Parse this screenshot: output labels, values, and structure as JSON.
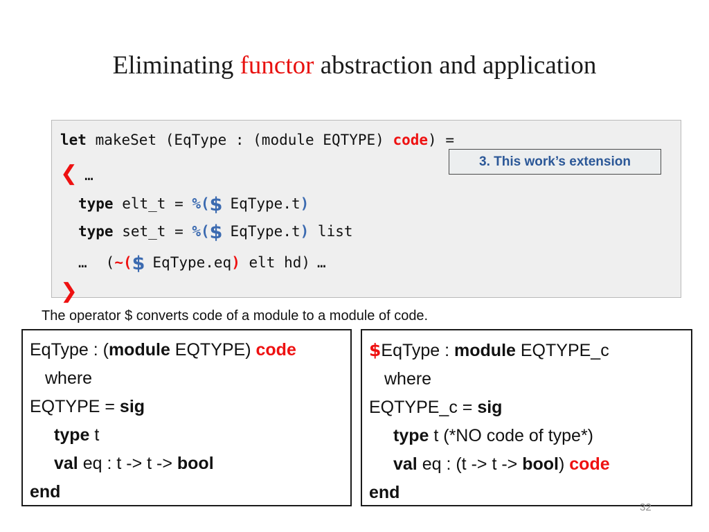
{
  "title": {
    "before": "Eliminating ",
    "highlight": "functor",
    "after": " abstraction and application",
    "highlight_color": "#e8110f"
  },
  "code_block": {
    "background": "#efefef",
    "lines": {
      "l1_kw": "let",
      "l1_rest": " makeSet (EqType : (module EQTYPE) ",
      "l1_code": "code",
      "l1_tail": ") =",
      "l2_chevron": "❮",
      "l2_dots": "…",
      "l3_kw": "type",
      "l3_name": " elt_t = ",
      "l3_open": "%(",
      "l3_dollar": "$",
      "l3_body": "EqType.t",
      "l3_close": ")",
      "l4_kw": "type",
      "l4_name": " set_t = ",
      "l4_open": "%(",
      "l4_dollar": "$",
      "l4_body": "EqType.t",
      "l4_close": ")",
      "l4_tail": " list",
      "l5_dots_pre": "…",
      "l5_paren": "(",
      "l5_open": "~(",
      "l5_dollar": "$",
      "l5_body": "EqType.eq",
      "l5_close": ")",
      "l5_tail": " elt hd)",
      "l5_dots_post": "…",
      "l6_chevron": "❯"
    },
    "keyword_color": "#111111",
    "red_color": "#ee1111",
    "blue_color": "#3b6ab0"
  },
  "callout": {
    "label": "3. This work’s extension",
    "text_color": "#2b5797",
    "background": "#eceeef"
  },
  "caption": {
    "text": "The operator $  converts  code of a module  to a module of code."
  },
  "left_box": {
    "line1_a": "EqType : (",
    "line1_module": "module",
    "line1_b": " EQTYPE) ",
    "line1_code": "code",
    "line2": "where",
    "line3_a": "EQTYPE = ",
    "line3_sig": "sig",
    "line4_kw": "type",
    "line4_rest": " t",
    "line5_kw": "val",
    "line5_rest_a": " eq : t -> t -> ",
    "line5_bool": "bool",
    "line6": "end"
  },
  "right_box": {
    "line1_dollar": "$",
    "line1_a": "EqType :  ",
    "line1_module": "module",
    "line1_b": " EQTYPE_c",
    "line2": "where",
    "line3_a": "EQTYPE_c  = ",
    "line3_sig": "sig",
    "line4_kw": "type",
    "line4_rest": " t    (*NO code of type*)",
    "line5_kw": "val",
    "line5_rest_a": " eq : (t -> t -> ",
    "line5_bool": "bool",
    "line5_rest_b": ") ",
    "line5_code": "code",
    "line6": "end"
  },
  "page_number": "32"
}
